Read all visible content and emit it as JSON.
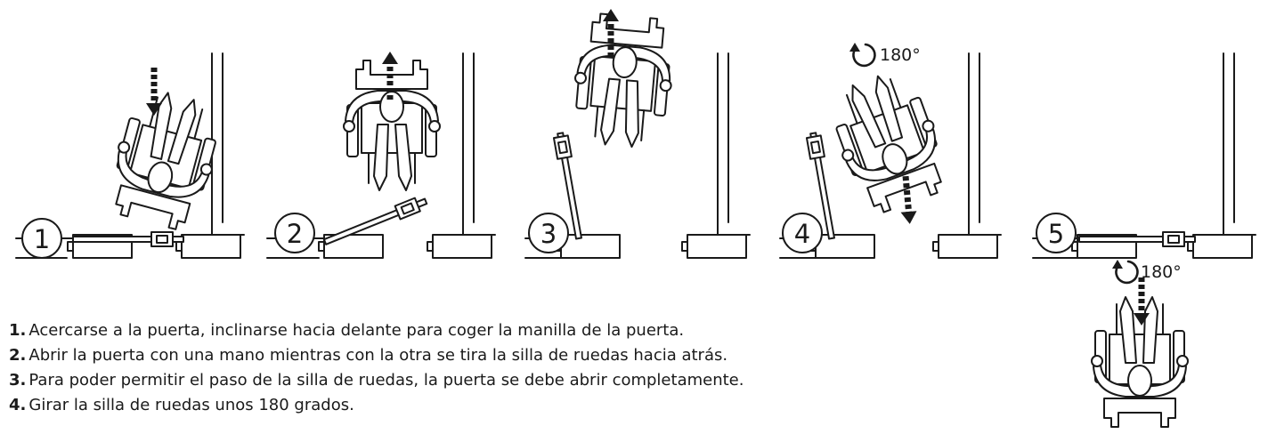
{
  "steps": [
    {
      "number": "1",
      "label": "1.",
      "text": "Acercarse a la puerta, inclinarse hacia delante para coger la manilla de la puerta."
    },
    {
      "number": "2",
      "label": "2.",
      "text": "Abrir la puerta con una mano mientras con la otra se tira la silla de ruedas hacia atrás."
    },
    {
      "number": "3",
      "label": "3.",
      "text": "Para poder permitir el paso de la silla de ruedas, la puerta se debe abrir completamente."
    },
    {
      "number": "4",
      "label": "4.",
      "text": "Girar la silla de ruedas unos 180 grados."
    },
    {
      "number": "5",
      "label": "",
      "text": ""
    }
  ],
  "rotation_labels": {
    "step4": "180°",
    "step5": "180°"
  },
  "colors": {
    "line": "#1a1a1a",
    "background": "#ffffff"
  },
  "icons": [
    "wheelchair-user-icon",
    "door-icon",
    "direction-arrow-icon",
    "rotate-icon"
  ]
}
